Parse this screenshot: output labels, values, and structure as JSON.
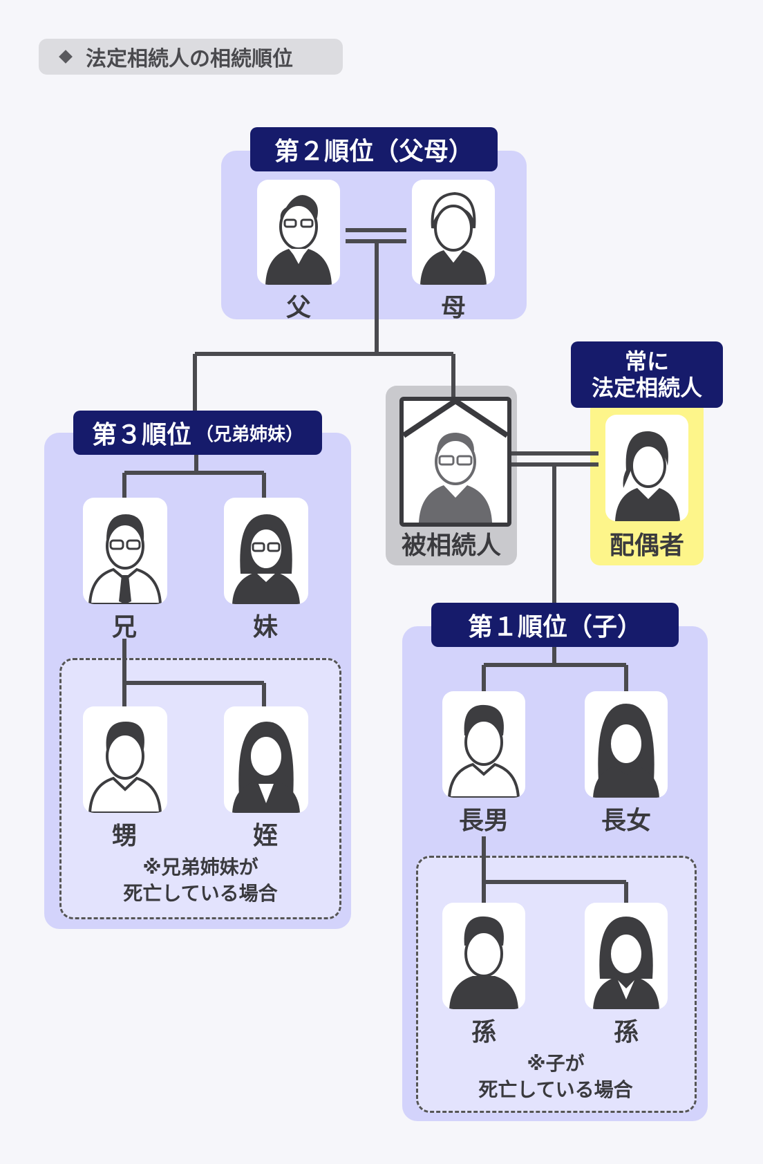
{
  "header": {
    "title": "法定相続人の相続順位"
  },
  "rank2": {
    "label": "第２順位（父母）",
    "father": "父",
    "mother": "母"
  },
  "rank3": {
    "label_main": "第３順位",
    "label_sub": "（兄弟姉妹）",
    "older_brother": "兄",
    "younger_sister": "妹",
    "nephew": "甥",
    "niece": "姪",
    "note_line1": "※兄弟姉妹が",
    "note_line2": "死亡している場合"
  },
  "deceased": {
    "label": "被相続人"
  },
  "spouse": {
    "heading_line1": "常に",
    "heading_line2": "法定相続人",
    "label": "配偶者"
  },
  "rank1": {
    "label": "第１順位（子）",
    "eldest_son": "長男",
    "eldest_daughter": "長女",
    "grandchild_1": "孫",
    "grandchild_2": "孫",
    "note_line1": "※子が",
    "note_line2": "死亡している場合"
  },
  "colors": {
    "navy": "#161b6b",
    "zone": "#d3d3fb",
    "zone_light": "#e3e3fd",
    "spouse_yellow": "#fdf58a",
    "deceased_gray": "#c9c9cd",
    "icon": "#3d3d40"
  }
}
